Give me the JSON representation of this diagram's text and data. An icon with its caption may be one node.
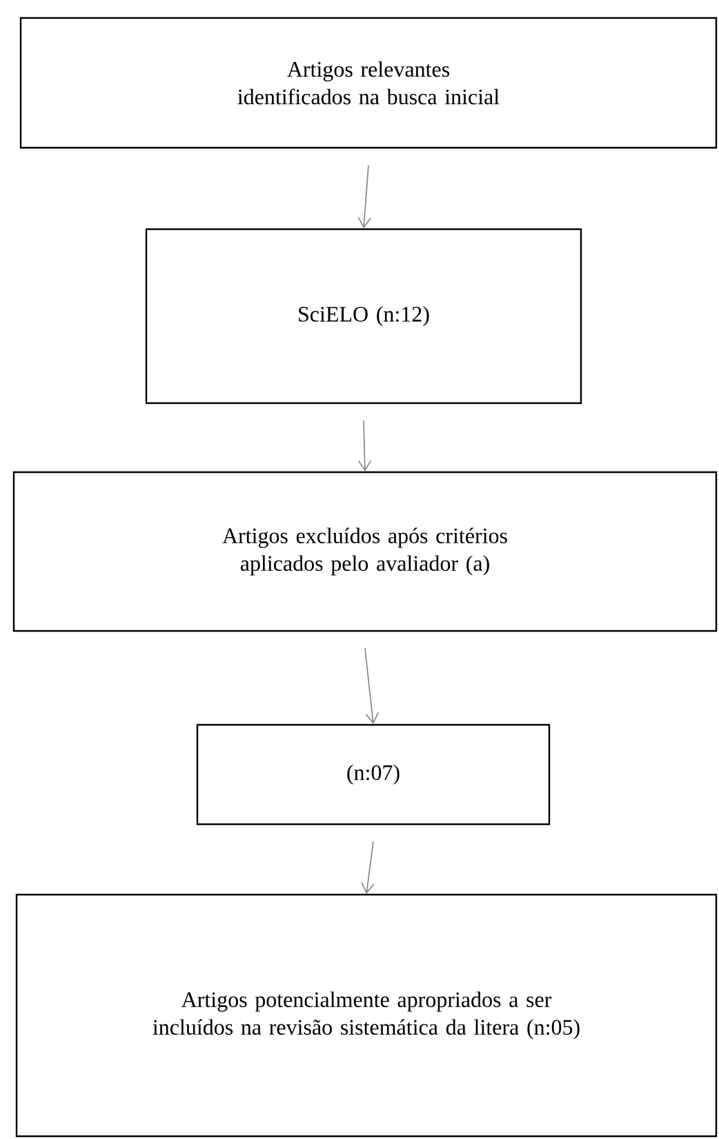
{
  "diagram": {
    "nodes": [
      {
        "text": [
          "Artigos relevantes identificados na busca inicial"
        ]
      },
      {
        "text": [
          "SciELO (n:12)"
        ]
      },
      {
        "text": [
          "Artigos excluídos após critérios aplicados pelo avaliador (a)"
        ]
      },
      {
        "text": [
          "(n:07)"
        ]
      },
      {
        "text": [
          "Artigos potencialmente apropriados a ser incluídos na revisão sistemática da litera (n:05)"
        ]
      }
    ],
    "edges": [
      {
        "from": 0,
        "to": 1,
        "arrow": "to"
      },
      {
        "from": 1,
        "to": 2,
        "arrow": "to"
      },
      {
        "from": 2,
        "to": 3,
        "arrow": "to"
      },
      {
        "from": 3,
        "to": 4,
        "arrow": "to"
      }
    ]
  }
}
